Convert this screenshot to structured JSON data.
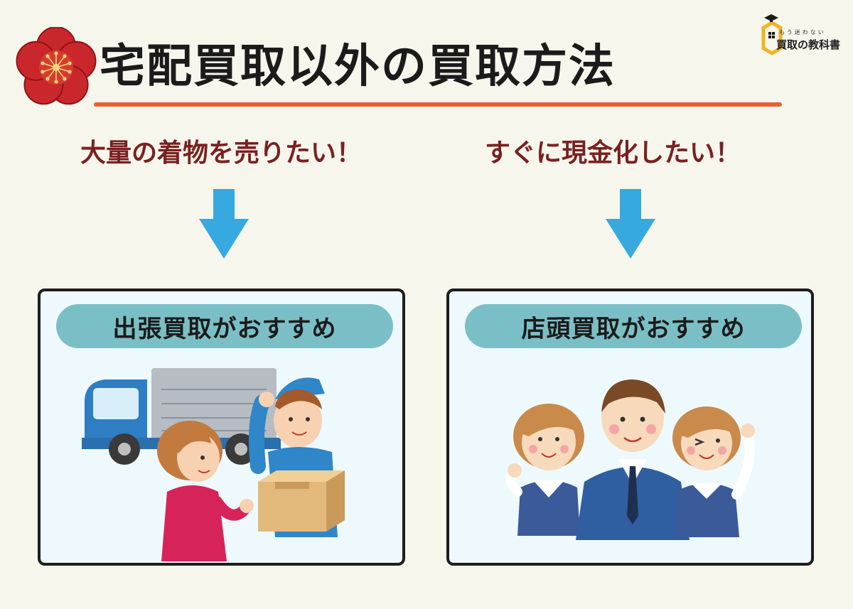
{
  "header": {
    "title": "宅配買取以外の買取方法"
  },
  "logo": {
    "subtitle": "もう迷わない",
    "name": "買取の教科書"
  },
  "options": [
    {
      "prompt": "大量の着物を売りたい！",
      "recommendation": "出張買取がおすすめ"
    },
    {
      "prompt": "すぐに現金化したい！",
      "recommendation": "店頭買取がおすすめ"
    }
  ],
  "colors": {
    "background": "#f7f6ec",
    "accent_line": "#e8622e",
    "prompt_text": "#7a2020",
    "arrow": "#37a9e1",
    "pill": "#7bbfc6",
    "card_bg": "#eef9fd"
  }
}
